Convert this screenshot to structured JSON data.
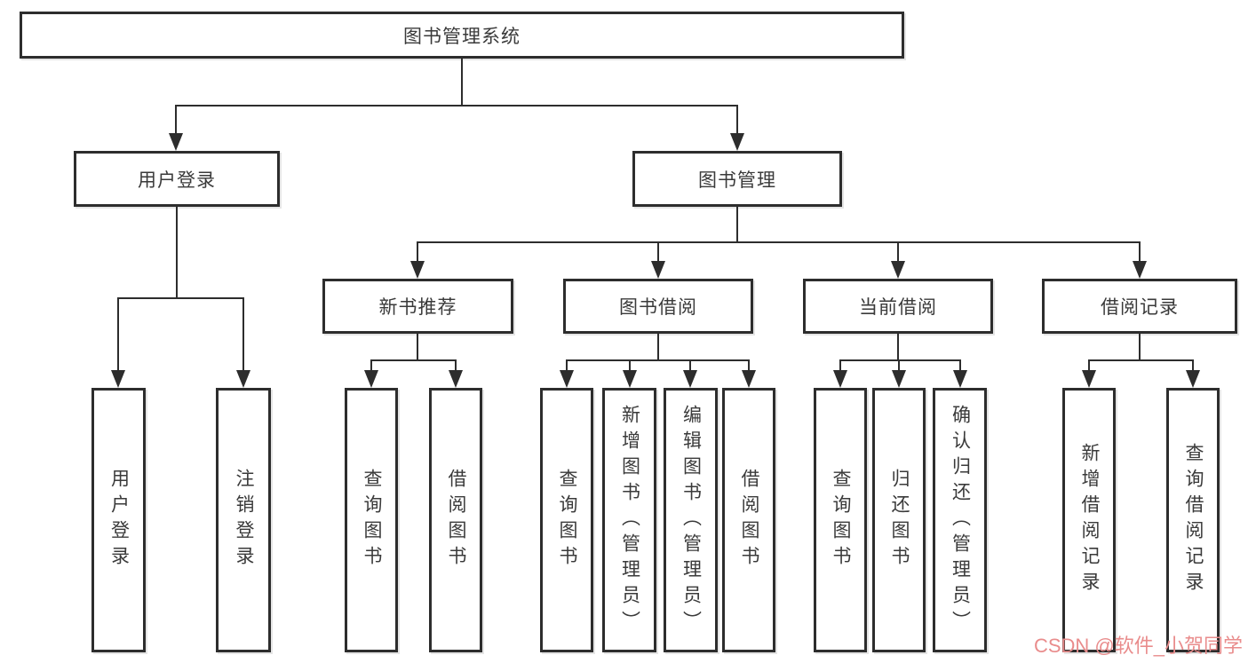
{
  "colors": {
    "line": "#2d2d2d",
    "text": "#3a3a3a",
    "bg": "#ffffff",
    "watermark": "#e98c8c"
  },
  "watermark": {
    "text": "CSDN @软件_小贺同学"
  },
  "tree": {
    "root": {
      "label": "图书管理系统",
      "children": [
        {
          "label": "用户登录",
          "children": [
            {
              "label": "用户登录"
            },
            {
              "label": "注销登录"
            }
          ]
        },
        {
          "label": "图书管理",
          "children": [
            {
              "label": "新书推荐",
              "children": [
                {
                  "label": "查询图书"
                },
                {
                  "label": "借阅图书"
                }
              ]
            },
            {
              "label": "图书借阅",
              "children": [
                {
                  "label": "查询图书"
                },
                {
                  "label": "新增图书（管理员）"
                },
                {
                  "label": "编辑图书（管理员）"
                },
                {
                  "label": "借阅图书"
                }
              ]
            },
            {
              "label": "当前借阅",
              "children": [
                {
                  "label": "查询图书"
                },
                {
                  "label": "归还图书"
                },
                {
                  "label": "确认归还（管理员）"
                }
              ]
            },
            {
              "label": "借阅记录",
              "children": [
                {
                  "label": "新增借阅记录"
                },
                {
                  "label": "查询借阅记录"
                }
              ]
            }
          ]
        }
      ]
    }
  }
}
